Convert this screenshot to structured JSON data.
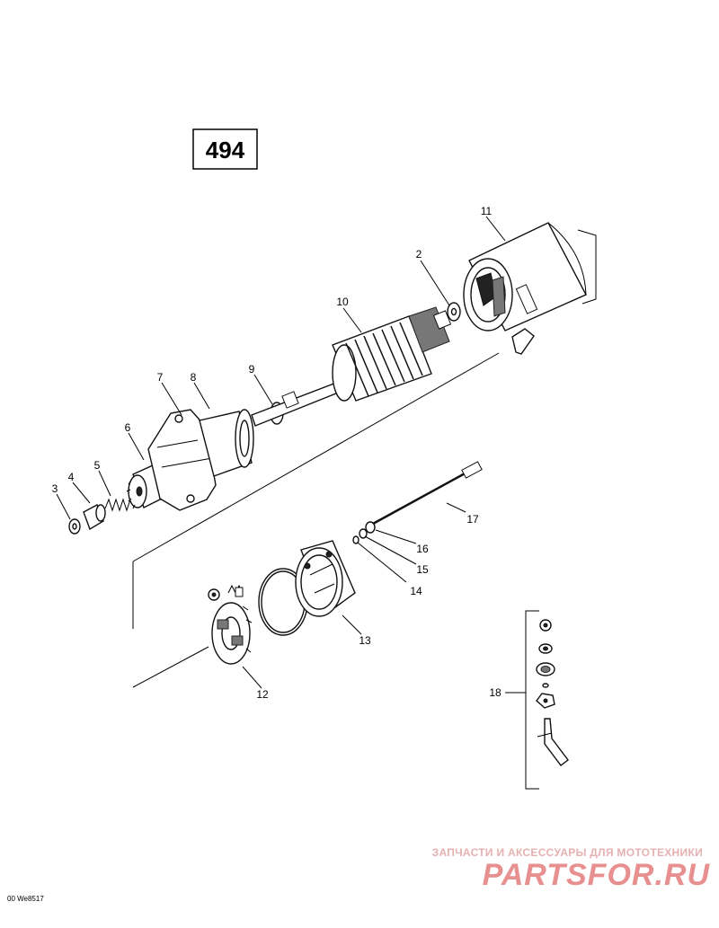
{
  "diagram": {
    "page_number": "494",
    "reference_code": "00 We8517",
    "callouts": {
      "c1": "2",
      "c2": "3",
      "c3": "4",
      "c4": "5",
      "c5": "6",
      "c6": "7",
      "c7": "8",
      "c8": "9",
      "c9": "10",
      "c10": "11",
      "c11": "12",
      "c12": "13",
      "c13": "14",
      "c14": "15",
      "c15": "16",
      "c16": "17",
      "c17": "18"
    }
  },
  "watermark": {
    "tagline": "ЗАПЧАСТИ И АКСЕССУАРЫ ДЛЯ МОТОТЕХНИКИ",
    "brand": "PARTSFOR.RU"
  }
}
